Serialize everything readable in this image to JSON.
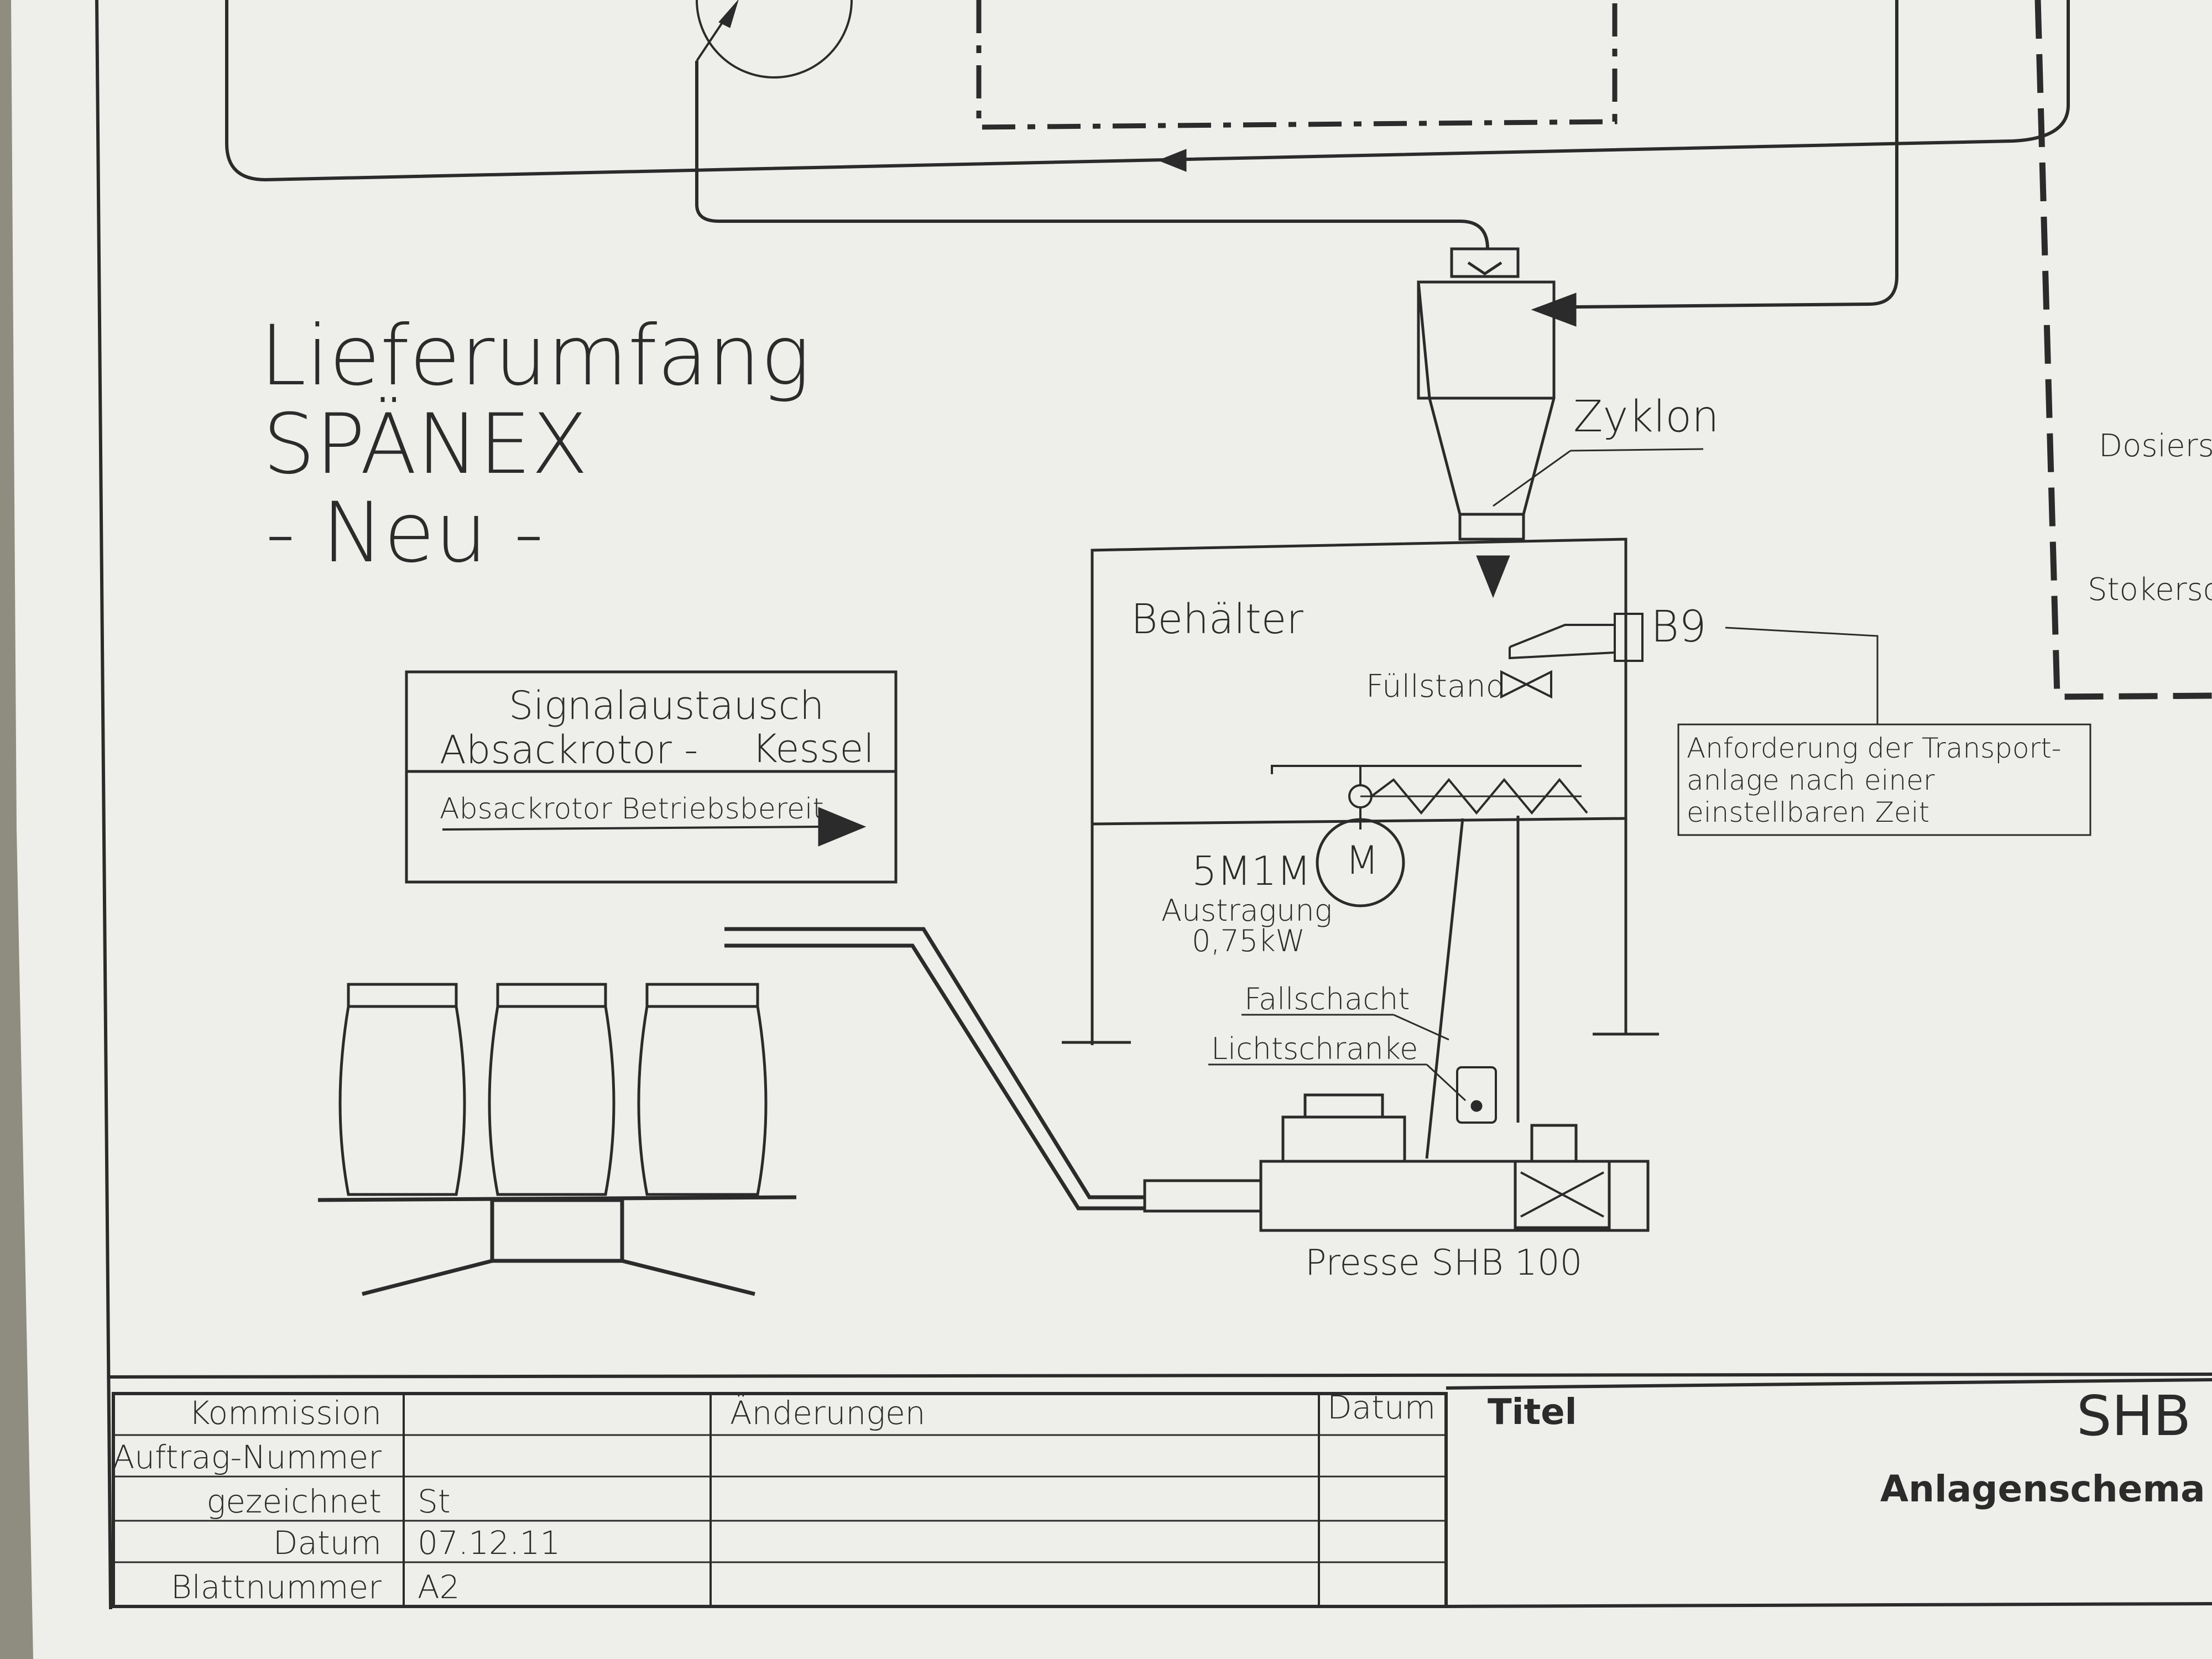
{
  "drawing": {
    "title_block_text": {
      "heading": "Lieferumfang",
      "product": "SPÄNEX",
      "variant": "- Neu -"
    },
    "labels": {
      "zyklon": "Zyklon",
      "behaelter": "Behälter",
      "b9": "B9",
      "fuellstand": "Füllstand",
      "motor_symbol": "M",
      "motor_id": "5M1M",
      "austragung": "Austragung",
      "power": "0,75kW",
      "fallschacht": "Fallschacht",
      "lichtschranke": "Lichtschranke",
      "presse": "Presse SHB 100",
      "dosier": "Dosiersc",
      "stoker": "Stokersch"
    },
    "request_note": [
      "Anforderung der Transport-",
      "anlage nach einer",
      "einstellbaren Zeit"
    ],
    "signal_box": {
      "title_line1": "Signalaustausch",
      "title_line2_left": "Absackrotor -",
      "title_line2_right": "Kessel",
      "signal": "Absackrotor Betriebsbereit"
    }
  },
  "title_table": {
    "row_labels": [
      "Kommission",
      "Auftrag-Nummer",
      "gezeichnet",
      "Datum",
      "Blattnummer"
    ],
    "row_values": [
      "",
      "",
      "St",
      "07.12.11",
      "A2"
    ],
    "changes_header": "Änderungen",
    "date_header": "Datum",
    "title_label": "Titel",
    "title_company": "SHB",
    "title_subject": "Anlagenschema /"
  },
  "colors": {
    "paper": "#eeeeea",
    "ink": "#2b2b2b",
    "background": "#8f8c80"
  }
}
